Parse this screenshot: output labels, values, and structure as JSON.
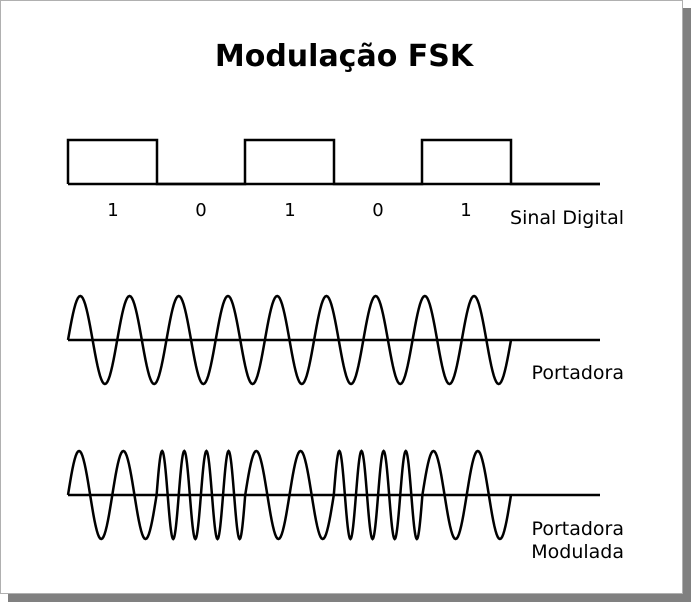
{
  "title": "Modulação FSK",
  "digital_bits": [
    "1",
    "0",
    "1",
    "0",
    "1"
  ],
  "labels": {
    "digital": "Sinal Digital",
    "carrier": "Portadora",
    "modulated_line1": "Portadora",
    "modulated_line2": "Modulada"
  },
  "carrier_cycles": 9,
  "modulated_cycles_per_bit": [
    2,
    4,
    2,
    4,
    2
  ],
  "colors": {
    "stroke": "#000000",
    "background": "#ffffff",
    "shadow": "#808080"
  }
}
